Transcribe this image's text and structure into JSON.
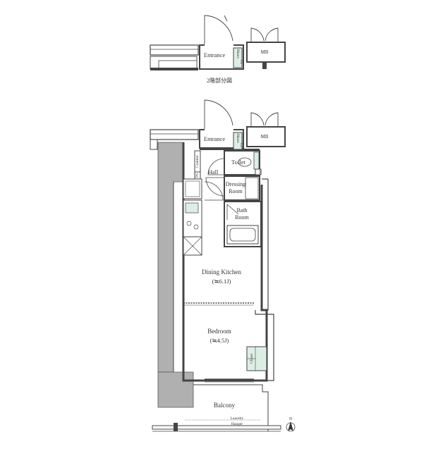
{
  "colors": {
    "wall": "#b0b0b0",
    "line": "#444444",
    "storage_fill": "#dcefe4",
    "text": "#333333"
  },
  "upper_plan": {
    "entrance": "Entrance",
    "shoes": "Shoes",
    "shoes_cl": "Cl.",
    "mb": "MB",
    "caption": "2階部分図"
  },
  "main_plan": {
    "entrance": "Entrance",
    "shoes": "Shoes",
    "shoes_cl": "Cl.",
    "mb": "MB",
    "toilet": "Toilet",
    "hall": "Hall",
    "counter": "Counter",
    "ps_left": "PS",
    "ps_right": "PS",
    "dressing_1": "Dressing",
    "dressing_2": "Room",
    "bath_1": "Bath",
    "bath_2": "Room",
    "dining": "Dining Kitchen",
    "dining_size": "(≒6.1J)",
    "bedroom": "Bedroom",
    "bedroom_size": "(≒4.5J)",
    "closet": "Closet",
    "balcony": "Balcony",
    "laundry_1": "Laundry",
    "laundry_2": "Hanger"
  },
  "compass": {
    "north": "N",
    "icon": "north-arrow-icon"
  }
}
